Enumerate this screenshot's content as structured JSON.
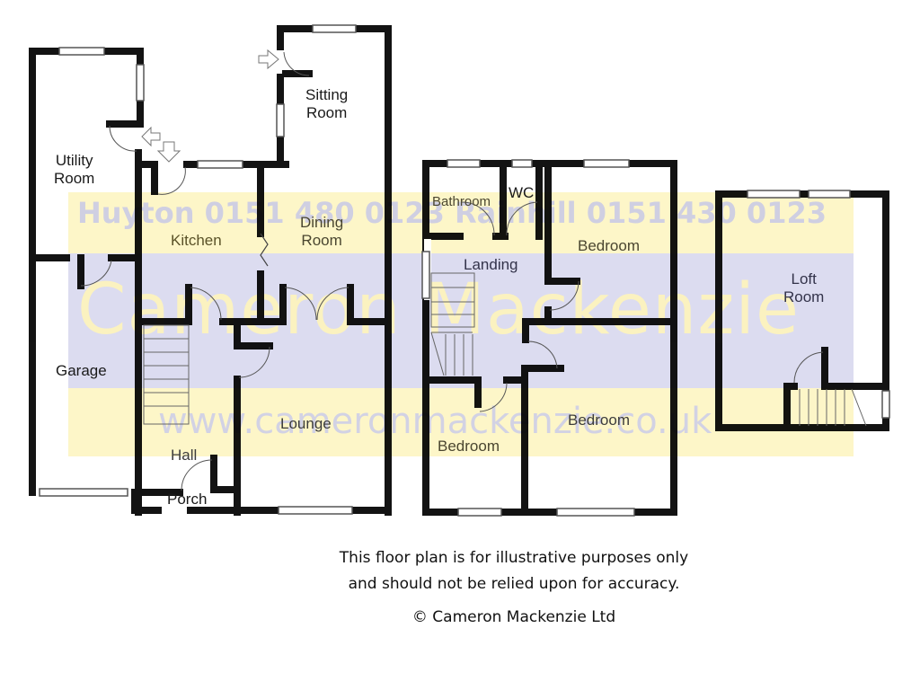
{
  "floor_plan": {
    "ground_floor": {
      "rooms": [
        {
          "id": "utility",
          "label": "Utility\nRoom"
        },
        {
          "id": "sitting",
          "label": "Sitting\nRoom"
        },
        {
          "id": "kitchen",
          "label": "Kitchen"
        },
        {
          "id": "dining",
          "label": "Dining\nRoom"
        },
        {
          "id": "garage",
          "label": "Garage"
        },
        {
          "id": "lounge",
          "label": "Lounge"
        },
        {
          "id": "hall",
          "label": "Hall"
        },
        {
          "id": "porch",
          "label": "Porch"
        }
      ]
    },
    "first_floor": {
      "rooms": [
        {
          "id": "bathroom",
          "label": "Bathroom"
        },
        {
          "id": "wc",
          "label": "WC"
        },
        {
          "id": "bedroom1",
          "label": "Bedroom"
        },
        {
          "id": "landing",
          "label": "Landing"
        },
        {
          "id": "bedroom2",
          "label": "Bedroom"
        },
        {
          "id": "bedroom3",
          "label": "Bedroom"
        }
      ]
    },
    "loft": {
      "rooms": [
        {
          "id": "loft",
          "label": "Loft\nRoom"
        }
      ]
    }
  },
  "watermark": {
    "phones": "Huyton 0151 480 0123  Rainhill 0151 430 0123",
    "brand": "Cameron Mackenzie",
    "website": "www.cameronmackenzie.co.uk",
    "colors": {
      "yellow_band": "#fdf6c8",
      "blue_band": "#dcdcf0",
      "text_grey": "#c9c9de",
      "text_yellow": "#fcf4c4"
    }
  },
  "footer": {
    "disclaimer_line1": "This floor plan is for illustrative purposes only",
    "disclaimer_line2": "and should not be relied upon for accuracy.",
    "copyright": "© Cameron Mackenzie Ltd"
  }
}
